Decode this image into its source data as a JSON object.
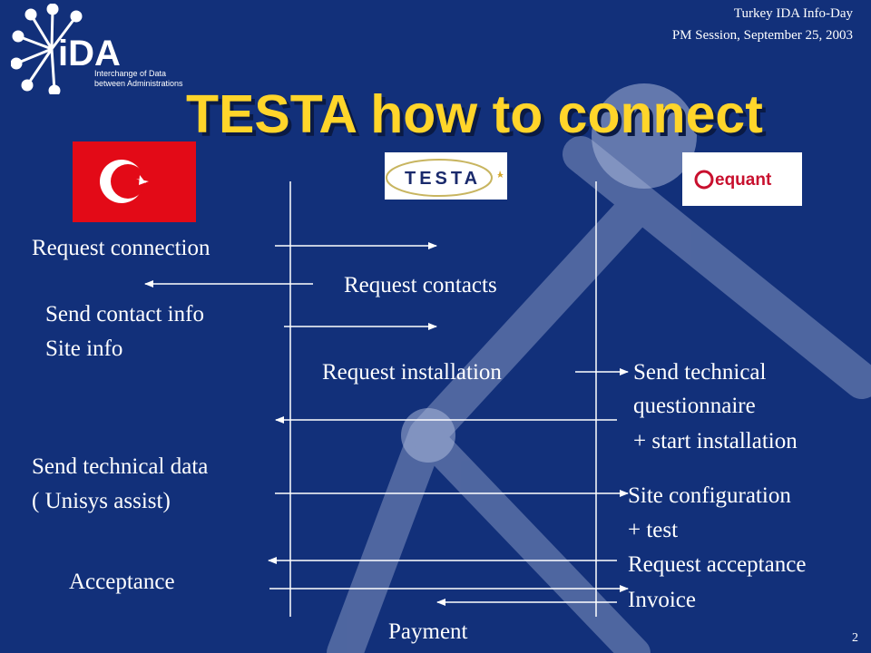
{
  "header": {
    "line1": "Turkey IDA Info-Day",
    "line2": "PM Session, September 25, 2003"
  },
  "ida_logo": {
    "wordmark": "iDA",
    "tagline_line1": "Interchange of Data",
    "tagline_line2": "between Administrations"
  },
  "title": "TESTA how to connect",
  "logos": {
    "testa": "TESTA",
    "equant": "equant"
  },
  "labels": {
    "request_connection": "Request connection",
    "request_contacts": "Request contacts",
    "send_contact_info": "Send contact info",
    "site_info": "Site info",
    "request_installation": "Request installation",
    "send_technical": "Send technical",
    "questionnaire": "questionnaire",
    "start_installation": "+ start installation",
    "send_technical_data": "Send technical data",
    "unisys_assist": "( Unisys assist)",
    "site_configuration": "Site configuration",
    "plus_test": "+ test",
    "request_acceptance": "Request acceptance",
    "acceptance": "Acceptance",
    "invoice": "Invoice",
    "payment": "Payment"
  },
  "page_number": "2",
  "colors": {
    "background": "#12307a",
    "title": "#ffd52a",
    "text": "#ffffff",
    "flag_red": "#e30a17",
    "equant_red": "#c8102e"
  }
}
